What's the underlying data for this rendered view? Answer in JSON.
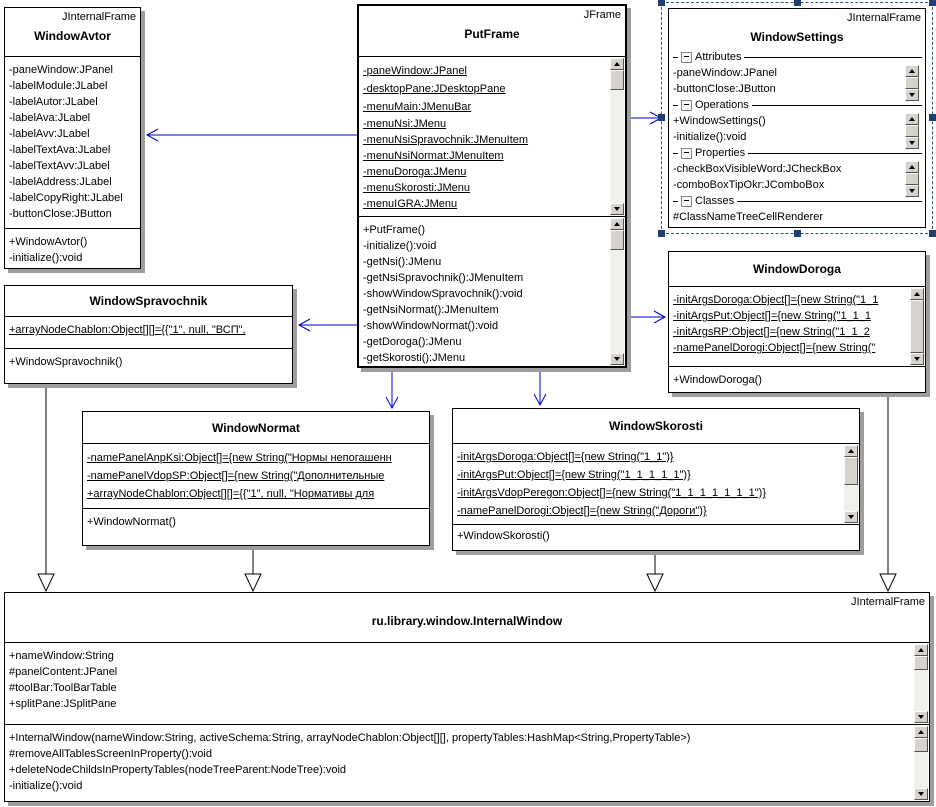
{
  "colors": {
    "box_border": "#000000",
    "box_fill": "#ffffff",
    "box_shadow": "#9e9e9e",
    "association_arrow": "#0000d4",
    "generalization_arrow": "#000000",
    "selection": "#1d3f72",
    "scrollbar_face": "#d6d3ce",
    "scrollbar_track": "#f1efeb"
  },
  "icons": {
    "collapse": "minus-box",
    "scroll_up": "triangle-up",
    "scroll_down": "triangle-down"
  },
  "classes": {
    "window_avtor": {
      "stereotype": "JInternalFrame",
      "name": "WindowAvtor",
      "attributes": [
        "-paneWindow:JPanel",
        "-labelModule:JLabel",
        "-labelAutor:JLabel",
        "-labelAva:JLabel",
        "-labelAvv:JLabel",
        "-labelTextAva:JLabel",
        "-labelTextAvv:JLabel",
        "-labelAddress:JLabel",
        "-labelCopyRight:JLabel",
        "-buttonClose:JButton"
      ],
      "methods": [
        "+WindowAvtor()",
        "-initialize():void"
      ]
    },
    "put_frame": {
      "stereotype": "JFrame",
      "name": "PutFrame",
      "attributes": [
        "-paneWindow:JPanel",
        "-desktopPane:JDesktopPane",
        "-menuMain:JMenuBar",
        "-menuNsi:JMenu",
        "-menuNsiSpravochnik:JMenuItem",
        "-menuNsiNormat:JMenuItem",
        "-menuDoroga:JMenu",
        "-menuSkorosti:JMenu",
        "-menuIGRA:JMenu"
      ],
      "methods": [
        "+PutFrame()",
        "-initialize():void",
        "-getNsi():JMenu",
        "-getNsiSpravochnik():JMenuItem",
        "-showWindowSpravochnik():void",
        "-getNsiNormat():JMenuItem",
        "-showWindowNormat():void",
        "-getDoroga():JMenu",
        "-getSkorosti():JMenu"
      ]
    },
    "window_settings": {
      "stereotype": "JInternalFrame",
      "name": "WindowSettings",
      "sections": [
        {
          "label": "Attributes",
          "items": [
            "-paneWindow:JPanel",
            "-buttonClose:JButton"
          ]
        },
        {
          "label": "Operations",
          "items": [
            "+WindowSettings()",
            "-initialize():void"
          ]
        },
        {
          "label": "Properties",
          "items": [
            "-checkBoxVisibleWord:JCheckBox",
            "-comboBoxTipOkr:JComboBox"
          ]
        },
        {
          "label": "Classes",
          "items": [
            "#ClassNameTreeCellRenderer"
          ]
        }
      ]
    },
    "window_doroga": {
      "name": "WindowDoroga",
      "attributes": [
        "-initArgsDoroga:Object[]={new String(\"1_1",
        "-initArgsPut:Object[]={new String(\"1_1_1",
        "-initArgsRP:Object[]={new String(\"1_1_2",
        "-namePanelDorogi:Object[]={new String(\""
      ],
      "methods": [
        "+WindowDoroga()"
      ]
    },
    "window_spravochnik": {
      "name": "WindowSpravochnik",
      "attributes": [
        "+arrayNodeChablon:Object[][]={{\"1\", null, \"ВСП\","
      ],
      "methods": [
        "+WindowSpravochnik()"
      ]
    },
    "window_normat": {
      "name": "WindowNormat",
      "attributes": [
        "-namePanelAnpKsi:Object[]={new String(\"Нормы непогашенн",
        "-namePanelVdopSP:Object[]={new String(\"Дополнительные",
        "+arrayNodeChablon:Object[][]={{\"1\", null, \"Нормативы для"
      ],
      "methods": [
        "+WindowNormat()"
      ]
    },
    "window_skorosti": {
      "name": "WindowSkorosti",
      "attributes": [
        "-initArgsDoroga:Object[]={new String(\"1_1\")}",
        "-initArgsPut:Object[]={new String(\"1_1_1_1_1\")}",
        "-initArgsVdopPeregon:Object[]={new String(\"1_1_1_1_1_1_1\")}",
        "-namePanelDorogi:Object[]={new String(\"Дороги\")}"
      ],
      "methods": [
        "+WindowSkorosti()"
      ]
    },
    "internal_window": {
      "stereotype": "JInternalFrame",
      "name": "ru.library.window.InternalWindow",
      "attributes": [
        "+nameWindow:String",
        "#panelContent:JPanel",
        "#toolBar:ToolBarTable",
        "+splitPane:JSplitPane"
      ],
      "methods": [
        "+InternalWindow(nameWindow:String, activeSchema:String, arrayNodeChablon:Object[][], propertyTables:HashMap<String,PropertyTable>)",
        "#removeAllTablesScreenInProperty():void",
        "+deleteNodeChildsInPropertyTables(nodeTreeParent:NodeTree):void",
        "-initialize():void"
      ]
    }
  }
}
